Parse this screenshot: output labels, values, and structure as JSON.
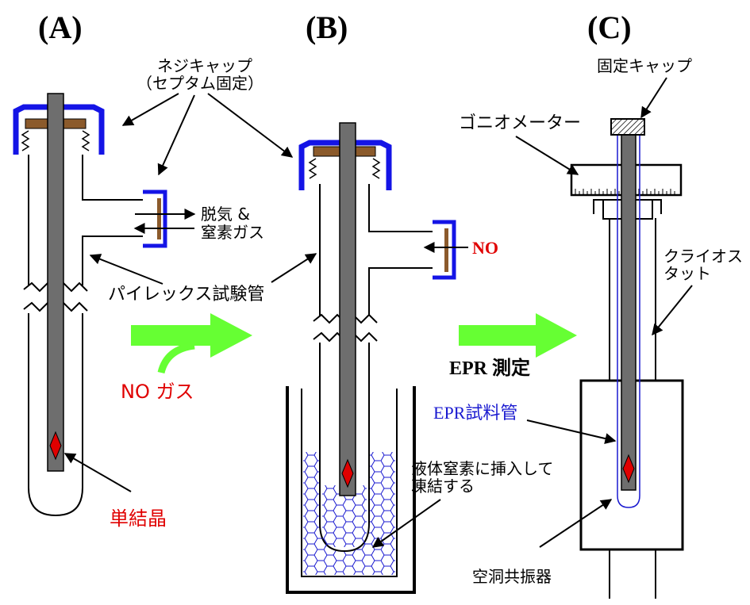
{
  "panels": {
    "a": "(A)",
    "b": "(B)",
    "c": "(C)"
  },
  "labels": {
    "screw_cap_line1": "ネジキャップ",
    "screw_cap_line2": "（セプタム固定）",
    "degas_line1": "脱気 &",
    "degas_line2": "窒素ガス",
    "pyrex_tube": "パイレックス試験管",
    "no_gas": "NO ガス",
    "single_crystal": "単結晶",
    "no": "NO",
    "liquid_nitrogen_line1": "液体窒素に挿入して",
    "liquid_nitrogen_line2": "凍結する",
    "epr_measure": "EPR 測定",
    "fixed_cap": "固定キャップ",
    "goniometer": "ゴニオメーター",
    "cryostat_line1": "クライオス",
    "cryostat_line2": "タット",
    "epr_sample_tube": "EPR試料管",
    "cavity_resonator": "空洞共振器"
  },
  "colors": {
    "cap_blue": "#1414e6",
    "septum_brown": "#8b5a2b",
    "rod_gray": "#6e6e6e",
    "crystal_red": "#e00000",
    "arrow_green": "#66ff33",
    "label_red": "#e00000",
    "frozen_blue": "#1a1ad0"
  },
  "icons": {
    "crystal": "red-diamond-icon",
    "process_arrow": "green-arrow-icon"
  }
}
